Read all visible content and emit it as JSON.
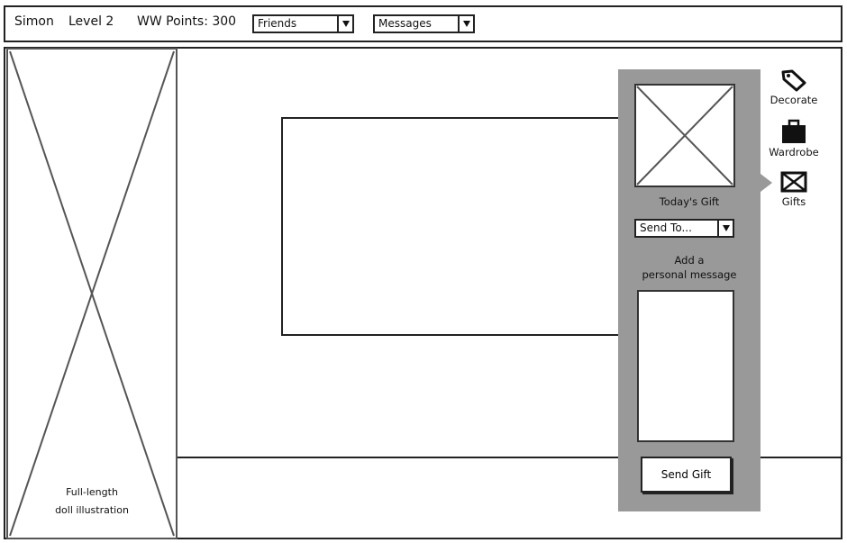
{
  "topbar": {
    "username": "Simon",
    "level": "Level 2",
    "points": "WW Points: 300",
    "friends_dropdown": {
      "selected": "Friends"
    },
    "messages_dropdown": {
      "selected": "Messages"
    }
  },
  "doll_area": {
    "caption_line1": "Full-length",
    "caption_line2": "doll illustration"
  },
  "gift_panel": {
    "todays_gift_label": "Today's Gift",
    "send_to_dropdown": {
      "selected": "Send To..."
    },
    "personal_message_line1": "Add a",
    "personal_message_line2": "personal message",
    "message_value": "",
    "send_button_label": "Send Gift"
  },
  "toolbar": {
    "items": [
      {
        "label": "Decorate",
        "icon": "tag-icon"
      },
      {
        "label": "Wardrobe",
        "icon": "bag-icon"
      },
      {
        "label": "Gifts",
        "icon": "gift-icon"
      }
    ]
  },
  "colors": {
    "panel": "#999999",
    "stroke": "#222222",
    "placeholder_cross": "#555555"
  }
}
